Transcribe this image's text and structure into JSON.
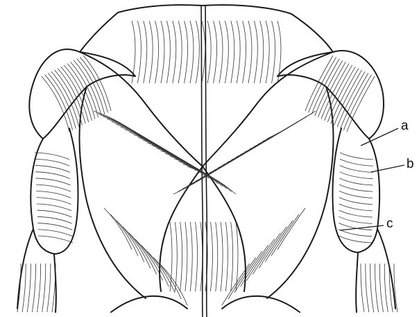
{
  "figure": {
    "labels": [
      {
        "id": "a",
        "text": "a"
      },
      {
        "id": "b",
        "text": "b"
      },
      {
        "id": "c",
        "text": "c"
      }
    ]
  },
  "colors": {
    "ink": "#1a1a1a",
    "paper": "#ffffff"
  }
}
